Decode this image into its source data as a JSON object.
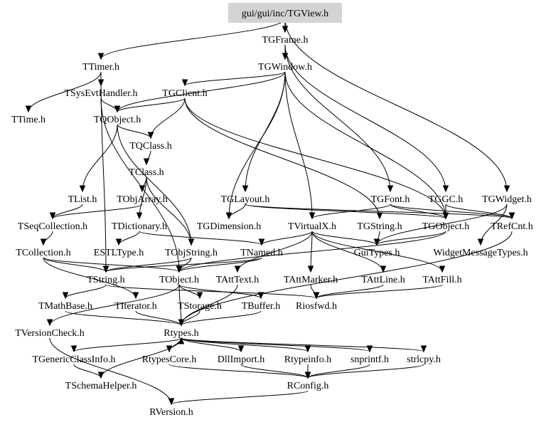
{
  "graph": {
    "title": "gui/gui/inc/TGView.h",
    "root": "gui/gui/inc/TGView.h",
    "colors": {
      "root_fill": "#d3d3d3",
      "edge": "#000000",
      "text": "#000000",
      "background": "#ffffff"
    },
    "nodes": [
      {
        "id": "TGView",
        "label": "gui/gui/inc/TGView.h"
      },
      {
        "id": "TGFrame",
        "label": "TGFrame.h"
      },
      {
        "id": "TTimer",
        "label": "TTimer.h"
      },
      {
        "id": "TGWindow",
        "label": "TGWindow.h"
      },
      {
        "id": "TSysEvtHandler",
        "label": "TSysEvtHandler.h"
      },
      {
        "id": "TGClient",
        "label": "TGClient.h"
      },
      {
        "id": "TTime",
        "label": "TTime.h"
      },
      {
        "id": "TQObject",
        "label": "TQObject.h"
      },
      {
        "id": "TQClass",
        "label": "TQClass.h"
      },
      {
        "id": "TClass",
        "label": "TClass.h"
      },
      {
        "id": "TList",
        "label": "TList.h"
      },
      {
        "id": "TObjArray",
        "label": "TObjArray.h"
      },
      {
        "id": "TGLayout",
        "label": "TGLayout.h"
      },
      {
        "id": "TGFont",
        "label": "TGFont.h"
      },
      {
        "id": "TGGC",
        "label": "TGGC.h"
      },
      {
        "id": "TGWidget",
        "label": "TGWidget.h"
      },
      {
        "id": "TSeqCollection",
        "label": "TSeqCollection.h"
      },
      {
        "id": "TDictionary",
        "label": "TDictionary.h"
      },
      {
        "id": "TGDimension",
        "label": "TGDimension.h"
      },
      {
        "id": "TVirtualX",
        "label": "TVirtualX.h"
      },
      {
        "id": "TGString",
        "label": "TGString.h"
      },
      {
        "id": "TGObject",
        "label": "TGObject.h"
      },
      {
        "id": "TRefCnt",
        "label": "TRefCnt.h"
      },
      {
        "id": "TCollection",
        "label": "TCollection.h"
      },
      {
        "id": "ESTLType",
        "label": "ESTLType.h"
      },
      {
        "id": "TObjString",
        "label": "TObjString.h"
      },
      {
        "id": "TNamed",
        "label": "TNamed.h"
      },
      {
        "id": "GuiTypes",
        "label": "GuiTypes.h"
      },
      {
        "id": "WidgetMessageTypes",
        "label": "WidgetMessageTypes.h"
      },
      {
        "id": "TString",
        "label": "TString.h"
      },
      {
        "id": "TObject",
        "label": "TObject.h"
      },
      {
        "id": "TAttText",
        "label": "TAttText.h"
      },
      {
        "id": "TAttMarker",
        "label": "TAttMarker.h"
      },
      {
        "id": "TAttLine",
        "label": "TAttLine.h"
      },
      {
        "id": "TAttFill",
        "label": "TAttFill.h"
      },
      {
        "id": "TMathBase",
        "label": "TMathBase.h"
      },
      {
        "id": "TIterator",
        "label": "TIterator.h"
      },
      {
        "id": "TStorage",
        "label": "TStorage.h"
      },
      {
        "id": "TBuffer",
        "label": "TBuffer.h"
      },
      {
        "id": "Riosfwd",
        "label": "Riosfwd.h"
      },
      {
        "id": "TVersionCheck",
        "label": "TVersionCheck.h"
      },
      {
        "id": "Rtypes",
        "label": "Rtypes.h"
      },
      {
        "id": "TGenericClassInfo",
        "label": "TGenericClassInfo.h"
      },
      {
        "id": "RtypesCore",
        "label": "RtypesCore.h"
      },
      {
        "id": "DllImport",
        "label": "DllImport.h"
      },
      {
        "id": "Rtypeinfo",
        "label": "Rtypeinfo.h"
      },
      {
        "id": "snprintf",
        "label": "snprintf.h"
      },
      {
        "id": "strlcpy",
        "label": "strlcpy.h"
      },
      {
        "id": "TSchemaHelper",
        "label": "TSchemaHelper.h"
      },
      {
        "id": "RConfig",
        "label": "RConfig.h"
      },
      {
        "id": "RVersion",
        "label": "RVersion.h"
      }
    ],
    "edges": [
      [
        "TGView",
        "TGFrame"
      ],
      [
        "TGView",
        "TTimer"
      ],
      [
        "TGView",
        "TGWidget"
      ],
      [
        "TGFrame",
        "TGWindow"
      ],
      [
        "TGFrame",
        "TGGC"
      ],
      [
        "TGFrame",
        "TGFont"
      ],
      [
        "TTimer",
        "TSysEvtHandler"
      ],
      [
        "TTimer",
        "TTime"
      ],
      [
        "TTimer",
        "TString"
      ],
      [
        "TGWindow",
        "TGClient"
      ],
      [
        "TGWindow",
        "TQObject"
      ],
      [
        "TGWindow",
        "TGLayout"
      ],
      [
        "TGWindow",
        "TGDimension"
      ],
      [
        "TGWindow",
        "TVirtualX"
      ],
      [
        "TGWindow",
        "TGObject"
      ],
      [
        "TSysEvtHandler",
        "TQObject"
      ],
      [
        "TSysEvtHandler",
        "TObject"
      ],
      [
        "TGClient",
        "TQObject"
      ],
      [
        "TGClient",
        "TQClass"
      ],
      [
        "TGClient",
        "TGObject"
      ],
      [
        "TGClient",
        "TGString"
      ],
      [
        "TQObject",
        "TQClass"
      ],
      [
        "TQObject",
        "TList"
      ],
      [
        "TQObject",
        "TObjString"
      ],
      [
        "TQClass",
        "TClass"
      ],
      [
        "TClass",
        "TObjArray"
      ],
      [
        "TClass",
        "TDictionary"
      ],
      [
        "TClass",
        "TObjString"
      ],
      [
        "TList",
        "TSeqCollection"
      ],
      [
        "TObjArray",
        "TSeqCollection"
      ],
      [
        "TSeqCollection",
        "TCollection"
      ],
      [
        "TCollection",
        "TObject"
      ],
      [
        "TCollection",
        "TString"
      ],
      [
        "TCollection",
        "TIterator"
      ],
      [
        "TDictionary",
        "TNamed"
      ],
      [
        "TDictionary",
        "ESTLType"
      ],
      [
        "TGLayout",
        "TGDimension"
      ],
      [
        "TGLayout",
        "TGObject"
      ],
      [
        "TGLayout",
        "TRefCnt"
      ],
      [
        "TGFont",
        "TGObject"
      ],
      [
        "TGFont",
        "TRefCnt"
      ],
      [
        "TGFont",
        "TVirtualX"
      ],
      [
        "TGGC",
        "TGObject"
      ],
      [
        "TGGC",
        "TRefCnt"
      ],
      [
        "TGWidget",
        "WidgetMessageTypes"
      ],
      [
        "TGWidget",
        "GuiTypes"
      ],
      [
        "TVirtualX",
        "TNamed"
      ],
      [
        "TVirtualX",
        "GuiTypes"
      ],
      [
        "TVirtualX",
        "TAttText"
      ],
      [
        "TVirtualX",
        "TAttMarker"
      ],
      [
        "TVirtualX",
        "TAttLine"
      ],
      [
        "TVirtualX",
        "TAttFill"
      ],
      [
        "TGString",
        "GuiTypes"
      ],
      [
        "TGObject",
        "GuiTypes"
      ],
      [
        "TGObject",
        "TObject"
      ],
      [
        "TRefCnt",
        "Rtypes"
      ],
      [
        "TObjString",
        "TObject"
      ],
      [
        "TObjString",
        "TString"
      ],
      [
        "TNamed",
        "TObject"
      ],
      [
        "TNamed",
        "TString"
      ],
      [
        "TString",
        "TMathBase"
      ],
      [
        "TString",
        "Riosfwd"
      ],
      [
        "TObject",
        "TStorage"
      ],
      [
        "TObject",
        "TBuffer"
      ],
      [
        "TObject",
        "Rtypes"
      ],
      [
        "TObject",
        "TVersionCheck"
      ],
      [
        "TAttText",
        "Rtypes"
      ],
      [
        "TAttFill",
        "Riosfwd"
      ],
      [
        "TAttLine",
        "Riosfwd"
      ],
      [
        "TAttMarker",
        "Riosfwd"
      ],
      [
        "TMathBase",
        "Rtypes"
      ],
      [
        "TIterator",
        "Rtypes"
      ],
      [
        "TStorage",
        "Rtypes"
      ],
      [
        "TBuffer",
        "Rtypes"
      ],
      [
        "TVersionCheck",
        "RVersion"
      ],
      [
        "Rtypes",
        "TGenericClassInfo"
      ],
      [
        "Rtypes",
        "RtypesCore"
      ],
      [
        "Rtypes",
        "DllImport"
      ],
      [
        "Rtypes",
        "Rtypeinfo"
      ],
      [
        "Rtypes",
        "snprintf"
      ],
      [
        "Rtypes",
        "strlcpy"
      ],
      [
        "TGenericClassInfo",
        "TSchemaHelper"
      ],
      [
        "TSchemaHelper",
        "Rtypes"
      ],
      [
        "RtypesCore",
        "RConfig"
      ],
      [
        "DllImport",
        "RConfig"
      ],
      [
        "Rtypeinfo",
        "RConfig"
      ],
      [
        "snprintf",
        "RConfig"
      ],
      [
        "strlcpy",
        "RConfig"
      ],
      [
        "RConfig",
        "RVersion"
      ]
    ]
  }
}
